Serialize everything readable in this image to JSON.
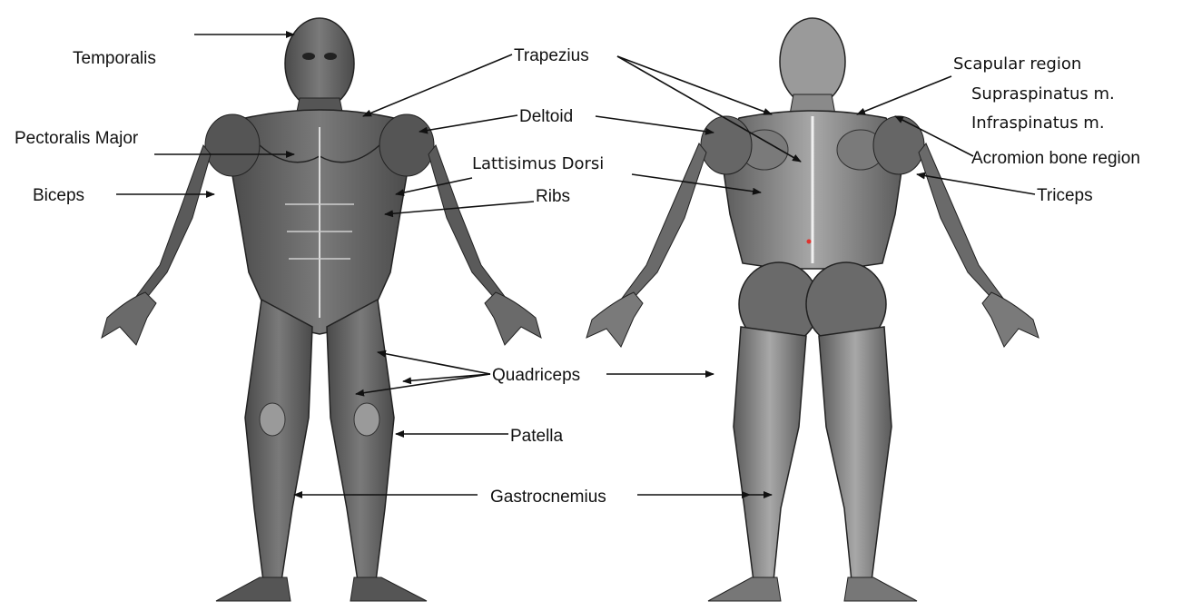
{
  "labels": {
    "temporalis": "Temporalis",
    "pectoralis_major": "Pectoralis Major",
    "biceps": "Biceps",
    "trapezius": "Trapezius",
    "deltoid": "Deltoid",
    "lattisimus_dorsi": "Lattisimus Dorsi",
    "ribs": "Ribs",
    "quadriceps": "Quadriceps",
    "patella": "Patella",
    "gastrocnemius": "Gastrocnemius",
    "scapular_region": "Scapular region",
    "supraspinatus": "Supraspinatus m.",
    "infraspinatus": "Infraspinatus m.",
    "acromion": "Acromion bone region",
    "triceps": "Triceps"
  },
  "colors": {
    "skin_dark": "#3a3a3a",
    "skin_mid": "#6e6e6e",
    "skin_light": "#b5b5b5",
    "highlight": "#e2e2e2",
    "marker_red": "#e0332e"
  }
}
